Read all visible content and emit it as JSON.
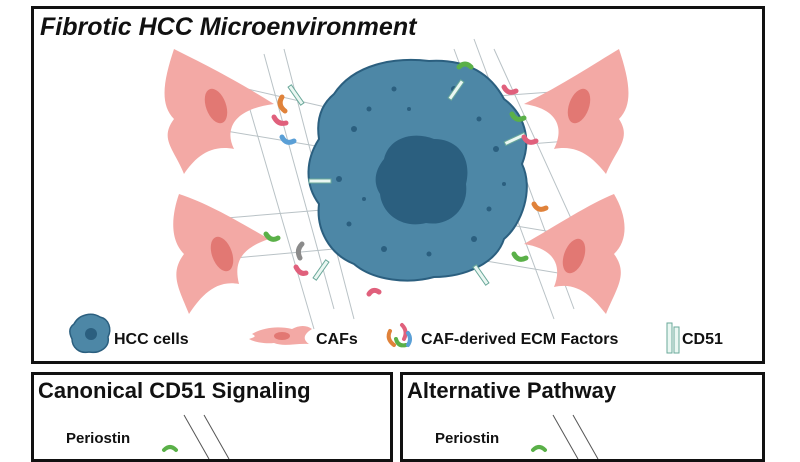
{
  "top_panel": {
    "title": "Fibrotic HCC Microenvironment",
    "legend": {
      "hcc_cells": "HCC cells",
      "cafs": "CAFs",
      "ecm_factors": "CAF-derived ECM Factors",
      "cd51": "CD51"
    }
  },
  "left_panel": {
    "title": "Canonical CD51 Signaling",
    "label": "Periostin"
  },
  "right_panel": {
    "title": "Alternative Pathway",
    "label": "Periostin"
  },
  "colors": {
    "hcc_cell": "#4d87a6",
    "hcc_nucleus": "#2b5f7f",
    "caf": "#f3a9a5",
    "caf_nucleus": "#e27873",
    "ecm_orange": "#e0823a",
    "ecm_green": "#5ab048",
    "ecm_pink": "#e0607c",
    "ecm_blue": "#5a9fd6",
    "ecm_gray": "#8b8b8b",
    "receptor": "#eaf7f2"
  }
}
